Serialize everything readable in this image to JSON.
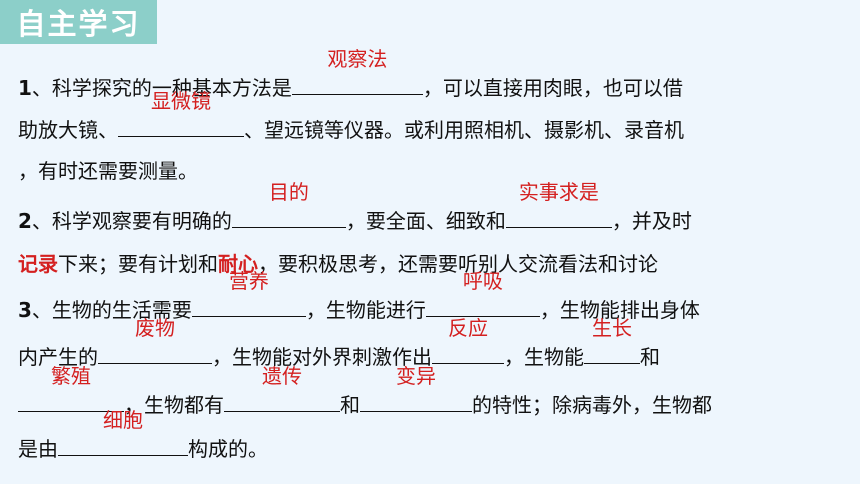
{
  "header": {
    "title": "自主学习"
  },
  "q1": {
    "num": "1",
    "t1": "、科学探究的一种基本方法是",
    "a1": "观察法",
    "t2": "，可以直接用肉眼，也可以借",
    "t3": "助放大镜、",
    "a2": "显微镜",
    "t4": "、望远镜等仪器。或利用照相机、摄影机、录音机",
    "t5": "，有时还需要测量。"
  },
  "q2": {
    "num": "2",
    "t1": "、科学观察要有明确的",
    "a1": "目的",
    "t2": "，要全面、细致和",
    "a2": "实事求是",
    "t3": "，并及时",
    "r1": "记录",
    "t4": "下来；要有计划和",
    "r2": "耐心",
    "t5": "，要积极思考，还需要听别人交流看法和讨论"
  },
  "q3": {
    "num": "3",
    "t1": "、生物的生活需要",
    "a1": "营养",
    "t2": "，生物能进行",
    "a2": "呼吸",
    "t3": "，生物能排出身体",
    "t4": "内产生的",
    "a3": "废物",
    "t5": "，生物能对外界刺激作出",
    "a4": "反应",
    "t6": "，生物能",
    "a5": "生长",
    "t7": "和",
    "a6": "繁殖",
    "t8": "，生物都有",
    "a7": "遗传",
    "t9": "和",
    "a8": "变异",
    "t10": "的特性；除病毒外，生物都",
    "t11": "是由",
    "a9": "细胞",
    "t12": "构成的。"
  }
}
